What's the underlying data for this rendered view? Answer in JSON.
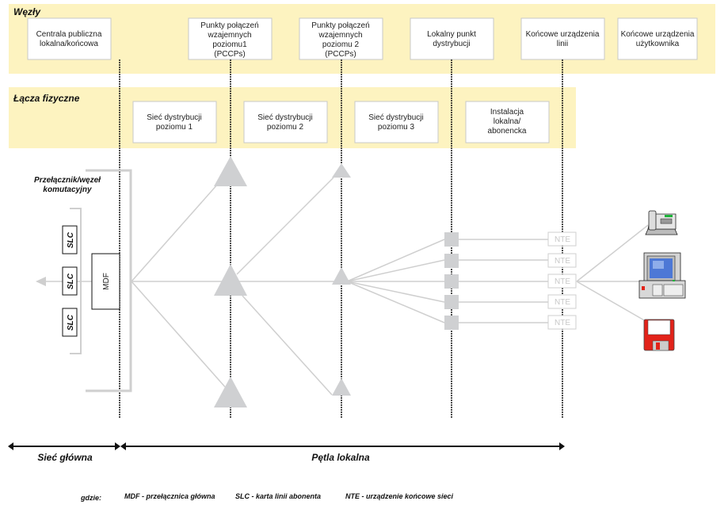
{
  "sections": {
    "nodes": "Węzły",
    "links": "Łącza fizyczne"
  },
  "nodes": [
    {
      "lines": [
        "Centrala publiczna",
        "lokalna/końcowa"
      ]
    },
    {
      "lines": [
        "Punkty połączeń",
        "wzajemnych",
        "poziomu1",
        "(PCCPs)"
      ]
    },
    {
      "lines": [
        "Punkty połączeń",
        "wzajemnych",
        "poziomu 2",
        "(PCCPs)"
      ]
    },
    {
      "lines": [
        "Lokalny punkt",
        "dystrybucji"
      ]
    },
    {
      "lines": [
        "Końcowe urządzenia",
        "linii"
      ]
    },
    {
      "lines": [
        "Końcowe urządzenia",
        "użytkownika"
      ]
    }
  ],
  "links": [
    {
      "lines": [
        "Sieć dystrybucji",
        "poziomu 1"
      ]
    },
    {
      "lines": [
        "Sieć dystrybucji",
        "poziomu 2"
      ]
    },
    {
      "lines": [
        "Sieć dystrybucji",
        "poziomu 3"
      ]
    },
    {
      "lines": [
        "Instalacja",
        "lokalna/",
        "abonencka"
      ]
    }
  ],
  "switch_label": [
    "Przełącznik/węzeł",
    "komutacyjny"
  ],
  "slc": [
    "SLC",
    "SLC",
    "SLC"
  ],
  "mdf": "MDF",
  "nte": [
    "NTE",
    "NTE",
    "NTE",
    "NTE",
    "NTE"
  ],
  "devices": [
    "telephone-icon",
    "computer-icon",
    "floppy-disk-icon"
  ],
  "spans": {
    "core": "Sieć główna",
    "local": "Pętla lokalna"
  },
  "legend": {
    "prefix": "gdzie:",
    "items": [
      "MDF - przełącznica główna",
      "SLC - karta linii abonenta",
      "NTE - urządzenie końcowe sieci"
    ]
  }
}
